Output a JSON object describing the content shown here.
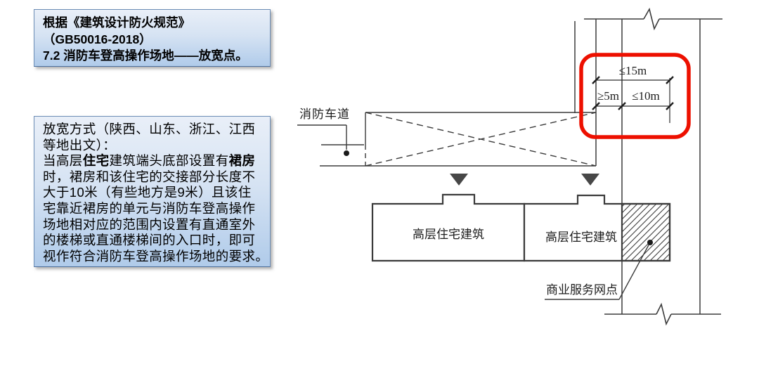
{
  "header_box": {
    "lines": [
      "根据《建筑设计防火规范》",
      "（GB50016-2018）",
      "7.2 消防车登高操作场地——放宽点。"
    ]
  },
  "relax_box": {
    "lines": [
      "放宽方式（陕西、山东、浙江、江西",
      "等地出文）：",
      {
        "pre": "当高层",
        "bold1": "住宅",
        "mid": "建筑端头底部设置有",
        "bold2": "裙房"
      },
      "时，裙房和该住宅的交接部分长度不",
      "大于10米（有些地方是9米）且该住",
      "宅靠近裙房的单元与消防车登高操作",
      "场地相对应的范围内设置有直通室外",
      "的楼梯或直通楼梯间的入口时，即可",
      "视作符合消防车登高操作场地的要求。"
    ]
  },
  "diagram": {
    "labels": {
      "fire_lane": "消防车道",
      "building_left": "高层住宅建筑",
      "building_right": "高层住宅建筑",
      "commercial_outlet": "商业服务网点",
      "dim_total": "≤15m",
      "dim_left": "≥5m",
      "dim_right": "≤10m"
    },
    "colors": {
      "line": "#3b3b3b",
      "highlight_red": "#ed1000",
      "triangle": "#474747",
      "callout_blue_top": "#e9eff8",
      "callout_blue_bottom": "#b0cbea",
      "callout_border": "#6b8cb5"
    }
  }
}
